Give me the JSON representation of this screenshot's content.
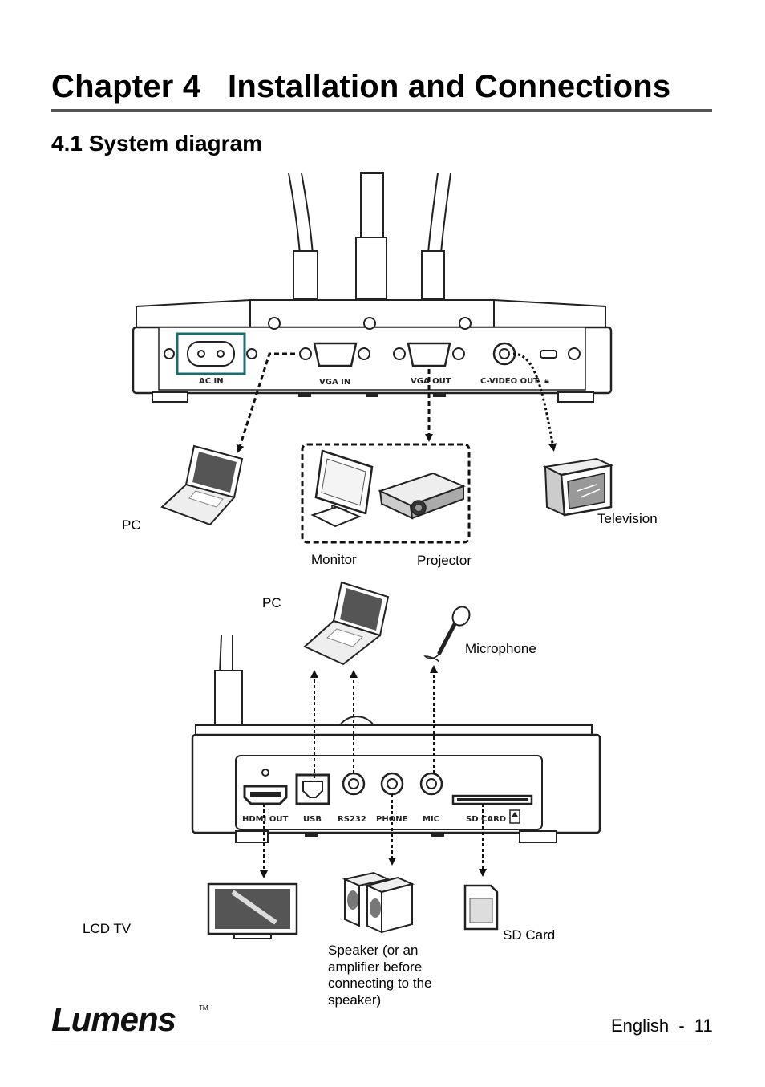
{
  "header": {
    "chapter_number": "Chapter 4",
    "chapter_title": "Installation and Connections",
    "section_title": "4.1 System diagram"
  },
  "top_diagram": {
    "ports": [
      "AC IN",
      "VGA IN",
      "VGA OUT",
      "C-VIDEO OUT"
    ],
    "labels": {
      "pc": "PC",
      "monitor": "Monitor",
      "projector": "Projector",
      "television": "Television"
    }
  },
  "bottom_diagram": {
    "ports": [
      "HDMI OUT",
      "USB",
      "RS232",
      "PHONE",
      "MIC",
      "SD CARD"
    ],
    "labels": {
      "pc": "PC",
      "microphone": "Microphone",
      "lcd_tv": "LCD TV",
      "speaker": "Speaker (or an amplifier before connecting to the speaker)",
      "sd_card": "SD Card"
    }
  },
  "footer": {
    "brand": "Lumens",
    "trademark": "TM",
    "page_label": "English  -  11"
  }
}
